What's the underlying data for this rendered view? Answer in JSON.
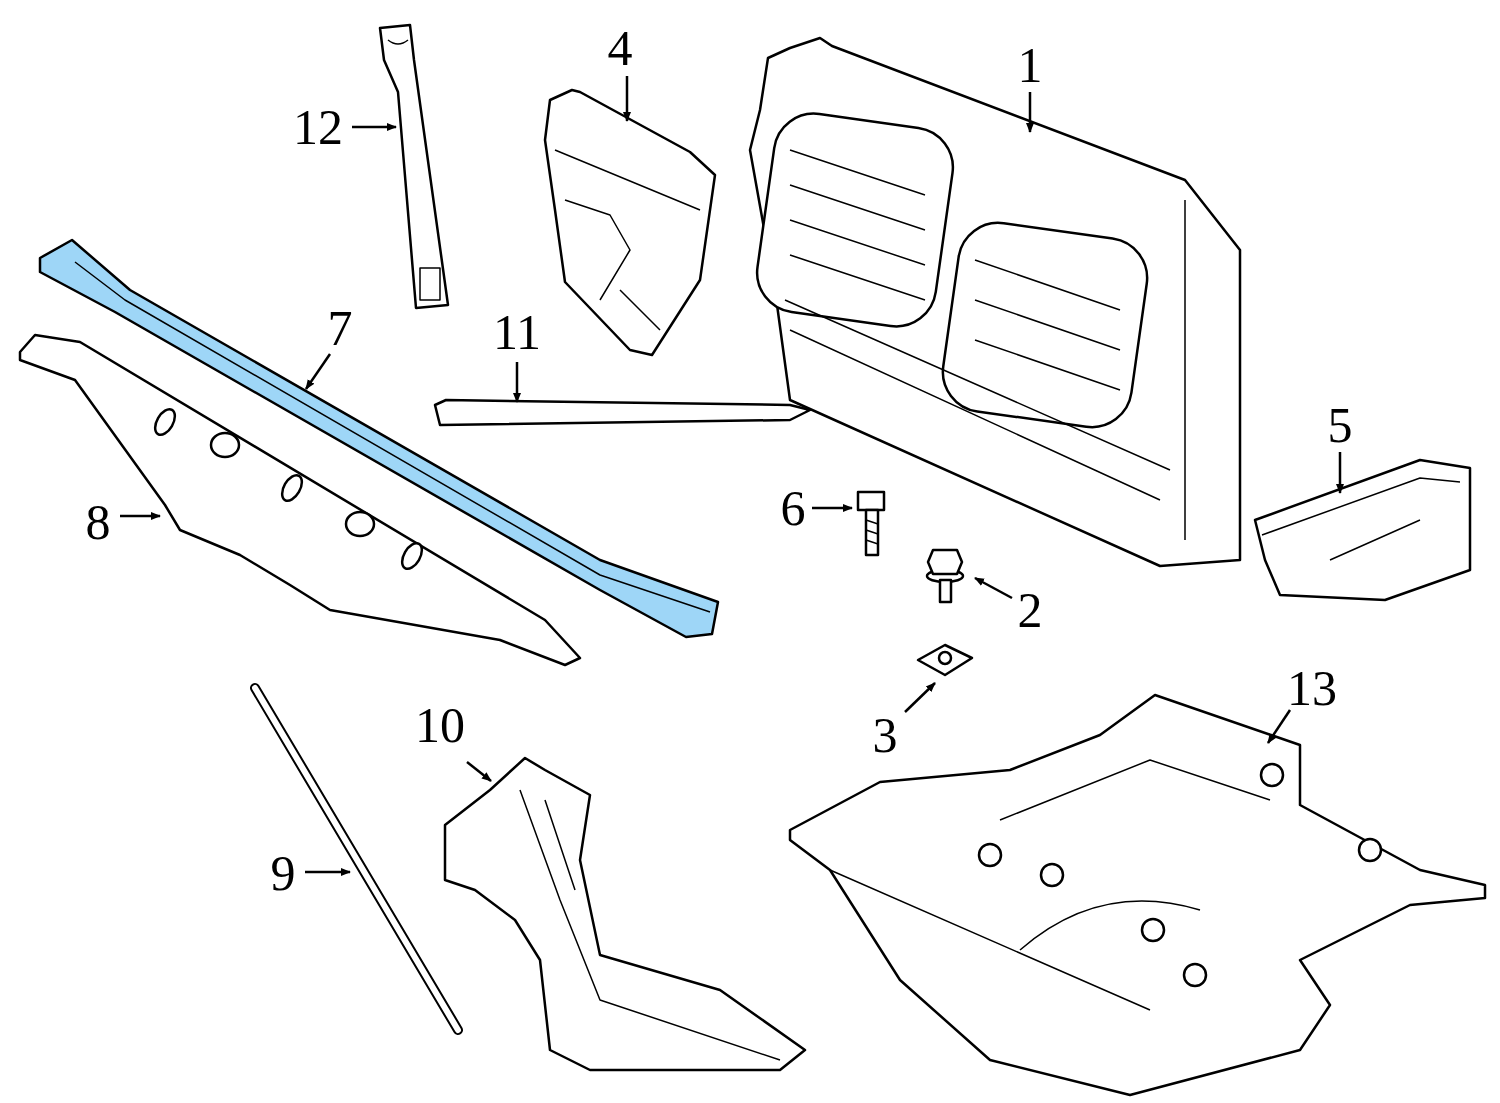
{
  "diagram": {
    "labels": [
      "4",
      "1",
      "12",
      "7",
      "11",
      "5",
      "6",
      "8",
      "2",
      "13",
      "10",
      "3",
      "9"
    ]
  }
}
